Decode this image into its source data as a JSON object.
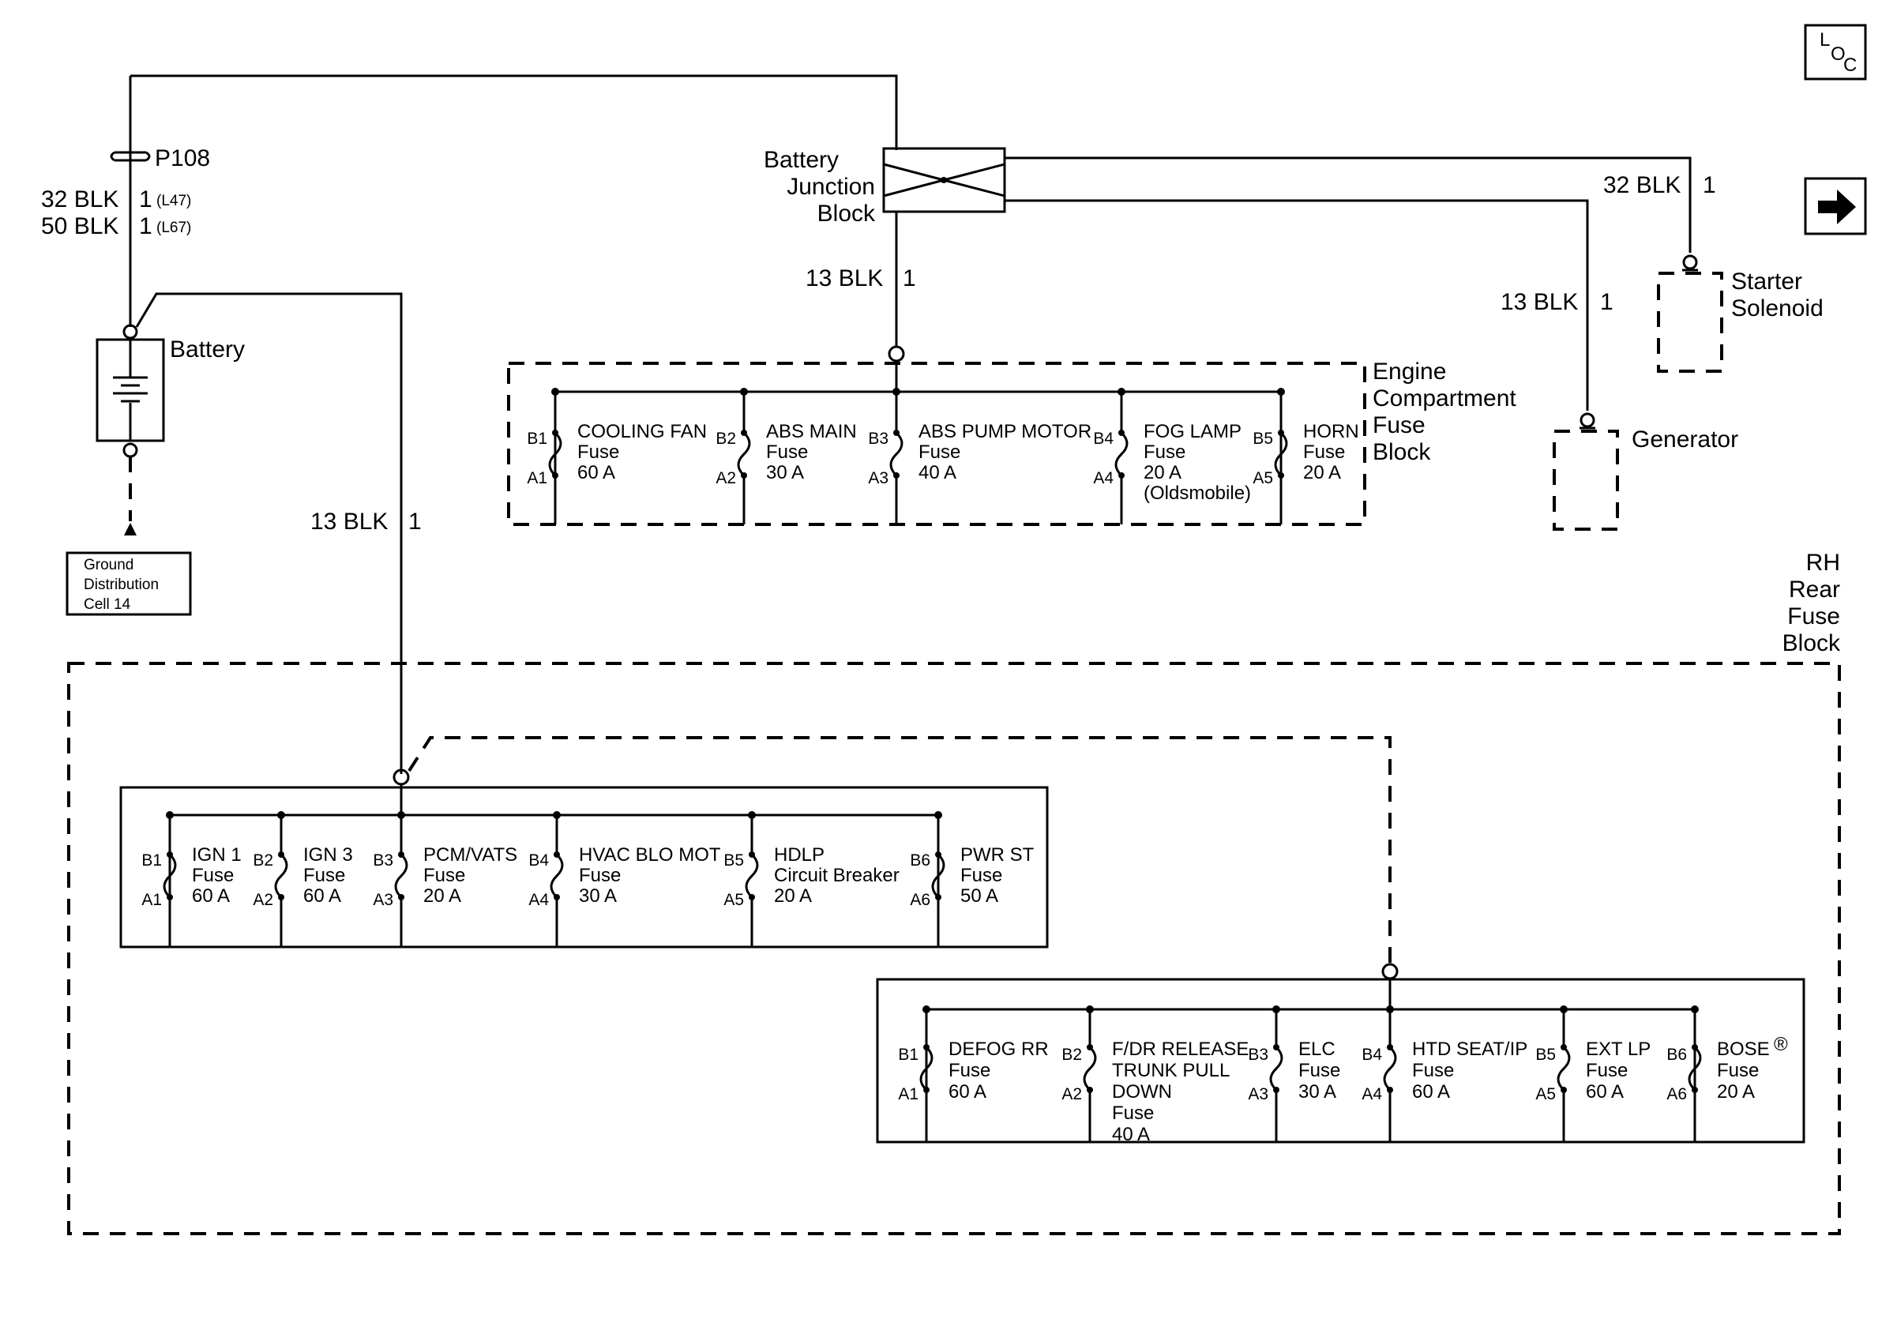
{
  "icons": {
    "loc": "loc-icon",
    "next": "arrow-right-icon"
  },
  "loc_label": {
    "l": "L",
    "o": "O",
    "c": "C"
  },
  "battery_connector": {
    "name": "P108",
    "wire1": "32 BLK",
    "pin1": "1",
    "opt1": "(L47)",
    "wire2": "50 BLK",
    "pin2": "1",
    "opt2": "(L67)"
  },
  "battery": {
    "label": "Battery"
  },
  "ground": {
    "line1": "Ground",
    "line2": "Distribution",
    "line3": "Cell 14"
  },
  "junction_block": {
    "line1": "Battery",
    "line2": "Junction",
    "line3": "Block"
  },
  "wires": {
    "starter": {
      "wire": "32 BLK",
      "pin": "1"
    },
    "engine_block": {
      "wire": "13 BLK",
      "pin": "1"
    },
    "generator": {
      "wire": "13 BLK",
      "pin": "1"
    },
    "rear_block": {
      "wire": "13 BLK",
      "pin": "1"
    }
  },
  "starter_solenoid": {
    "line1": "Starter",
    "line2": "Solenoid"
  },
  "generator": {
    "label": "Generator"
  },
  "engine_fuse_block": {
    "title": [
      "Engine",
      "Compartment",
      "Fuse",
      "Block"
    ],
    "fuses": [
      {
        "pin_top": "B1",
        "pin_bot": "A1",
        "lines": [
          "COOLING FAN",
          "Fuse",
          "60 A"
        ]
      },
      {
        "pin_top": "B2",
        "pin_bot": "A2",
        "lines": [
          "ABS MAIN",
          "Fuse",
          "30 A"
        ]
      },
      {
        "pin_top": "B3",
        "pin_bot": "A3",
        "lines": [
          "ABS PUMP MOTOR",
          "Fuse",
          "40 A"
        ]
      },
      {
        "pin_top": "B4",
        "pin_bot": "A4",
        "lines": [
          "FOG LAMP",
          "Fuse",
          "20 A",
          "(Oldsmobile)"
        ]
      },
      {
        "pin_top": "B5",
        "pin_bot": "A5",
        "lines": [
          "HORN",
          "Fuse",
          "20 A"
        ]
      }
    ]
  },
  "rear_fuse_block": {
    "title": [
      "RH",
      "Rear",
      "Fuse",
      "Block"
    ],
    "upper_fuses": [
      {
        "pin_top": "B1",
        "pin_bot": "A1",
        "lines": [
          "IGN 1",
          "Fuse",
          "60 A"
        ]
      },
      {
        "pin_top": "B2",
        "pin_bot": "A2",
        "lines": [
          "IGN 3",
          "Fuse",
          "60 A"
        ]
      },
      {
        "pin_top": "B3",
        "pin_bot": "A3",
        "lines": [
          "PCM/VATS",
          "Fuse",
          "20 A"
        ]
      },
      {
        "pin_top": "B4",
        "pin_bot": "A4",
        "lines": [
          "HVAC BLO MOT",
          "Fuse",
          "30 A"
        ]
      },
      {
        "pin_top": "B5",
        "pin_bot": "A5",
        "lines": [
          "HDLP",
          "Circuit Breaker",
          "20 A"
        ]
      },
      {
        "pin_top": "B6",
        "pin_bot": "A6",
        "lines": [
          "PWR ST",
          "Fuse",
          "50 A"
        ]
      }
    ],
    "lower_fuses": [
      {
        "pin_top": "B1",
        "pin_bot": "A1",
        "lines": [
          "DEFOG RR",
          "Fuse",
          "60 A"
        ]
      },
      {
        "pin_top": "B2",
        "pin_bot": "A2",
        "lines": [
          "F/DR RELEASE",
          "TRUNK PULL",
          "DOWN",
          "Fuse",
          "40 A"
        ]
      },
      {
        "pin_top": "B3",
        "pin_bot": "A3",
        "lines": [
          "ELC",
          "Fuse",
          "30 A"
        ]
      },
      {
        "pin_top": "B4",
        "pin_bot": "A4",
        "lines": [
          "HTD SEAT/IP",
          "Fuse",
          "60 A"
        ]
      },
      {
        "pin_top": "B5",
        "pin_bot": "A5",
        "lines": [
          "EXT LP",
          "Fuse",
          "60 A"
        ]
      },
      {
        "pin_top": "B6",
        "pin_bot": "A6",
        "lines": [
          "BOSE",
          "Fuse",
          "20 A"
        ],
        "mark": "®"
      }
    ]
  }
}
